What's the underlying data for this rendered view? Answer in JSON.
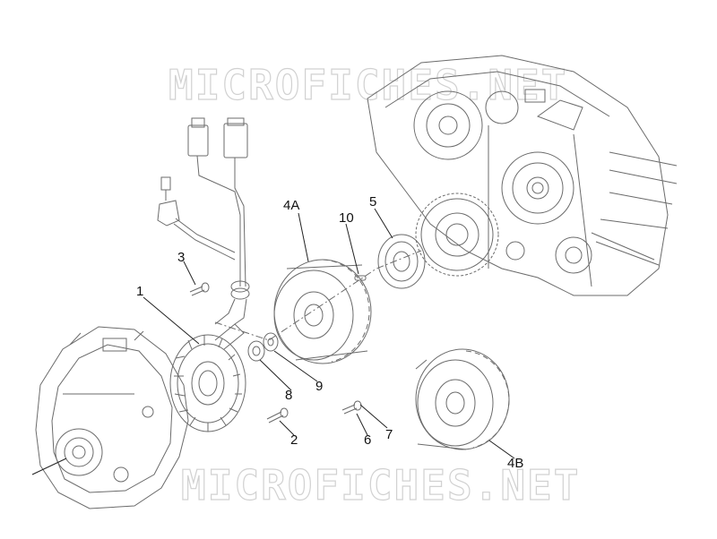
{
  "watermark": {
    "text": "MICROFICHES.NET"
  },
  "callouts": {
    "c1": "1",
    "c2": "2",
    "c3": "3",
    "c4A": "4A",
    "c4B": "4B",
    "c5": "5",
    "c6": "6",
    "c7": "7",
    "c8": "8",
    "c9": "9",
    "c10": "10"
  },
  "colors": {
    "line": "#6b6b6b",
    "leader": "#222222",
    "watermark_stroke": "#c9c9c9"
  }
}
